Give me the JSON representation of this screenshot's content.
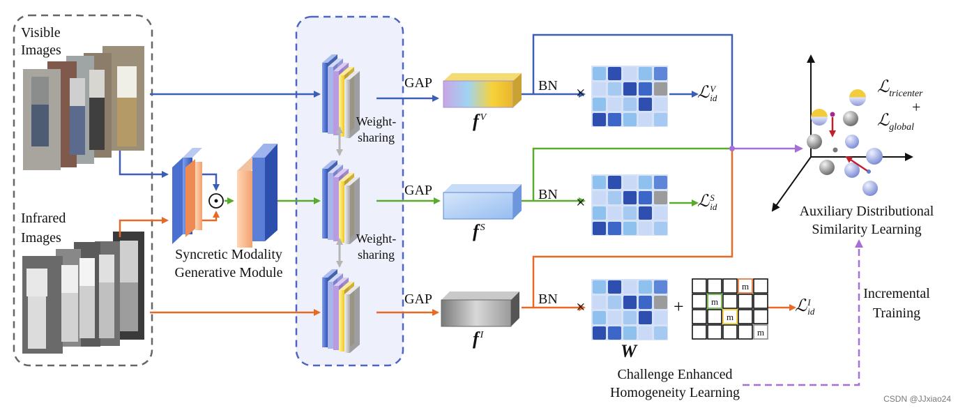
{
  "visible_images_label": [
    "Visible",
    "Images"
  ],
  "infrared_images_label": [
    "Infrared",
    "Images"
  ],
  "smg_label": [
    "Syncretic Modality",
    "Generative Module"
  ],
  "weight_sharing_label": [
    "Weight-",
    "sharing"
  ],
  "gap_label": "GAP",
  "bn_label": "BN",
  "times_symbol": "×",
  "plus_symbol": "+",
  "odot_symbol": "⊙",
  "features": [
    {
      "base": "f",
      "sup": "V"
    },
    {
      "base": "f",
      "sup": "S"
    },
    {
      "base": "f",
      "sup": "I"
    }
  ],
  "losses": [
    {
      "main": "ℒ",
      "sup": "V",
      "sub": "id"
    },
    {
      "main": "ℒ",
      "sup": "S",
      "sub": "id"
    },
    {
      "main": "ℒ",
      "sup": "I",
      "sub": "id"
    }
  ],
  "loss_tricenter": {
    "main": "ℒ",
    "sub": "tricenter"
  },
  "loss_global": {
    "main": "ℒ",
    "sub": "global"
  },
  "w_label": "W",
  "challenge_label": [
    "Challenge Enhanced",
    "Homogeneity Learning"
  ],
  "adsl_label": [
    "Auxiliary Distributional",
    "Similarity Learning"
  ],
  "incremental_label": [
    "Incremental",
    "Training"
  ],
  "mask_mark": "m",
  "watermark": "CSDN @JJxiao24",
  "colors": {
    "visible": "#3a5fb5",
    "syncretic": "#5aaa2f",
    "infrared": "#e66a25",
    "purple": "#a76fd6",
    "dashed_gray": "#666666",
    "panel_fill": "#eef0fb",
    "panel_border": "#4d64c4"
  }
}
